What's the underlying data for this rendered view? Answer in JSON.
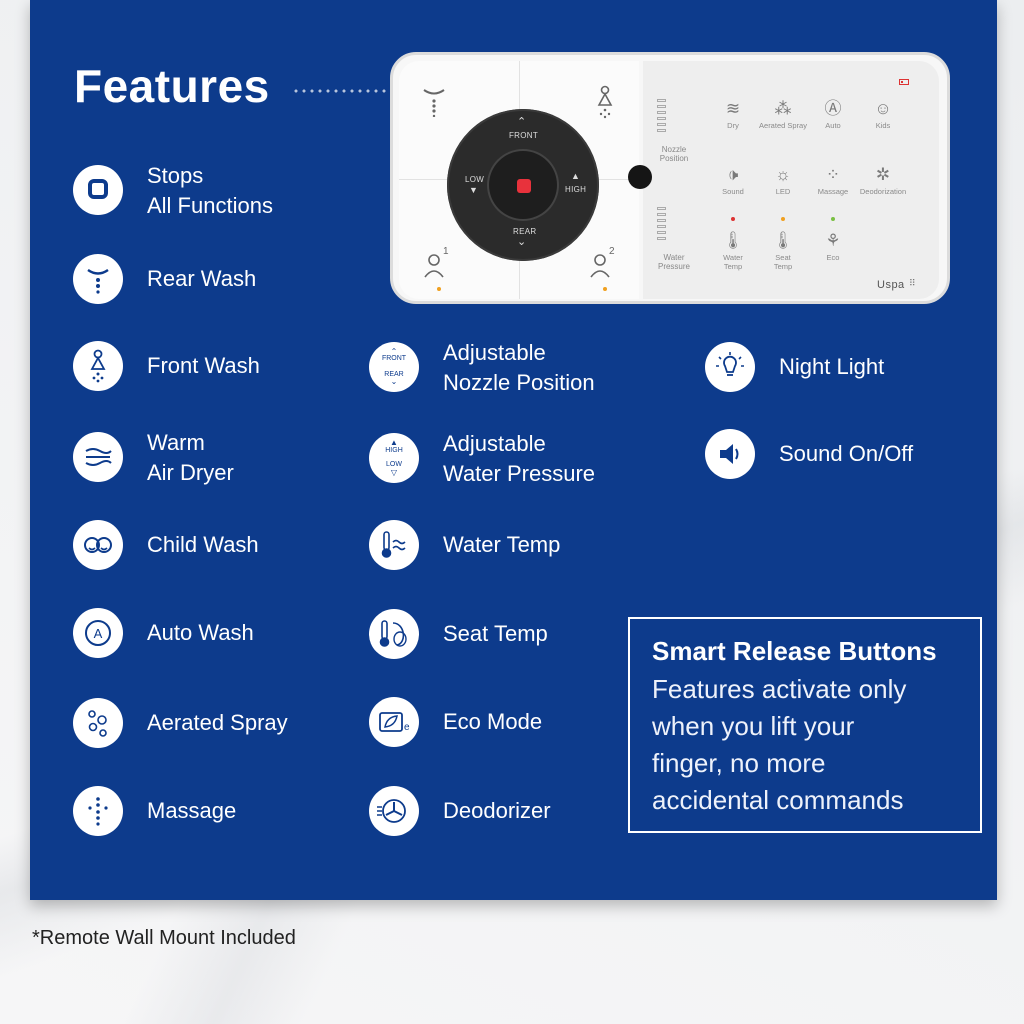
{
  "heading": "Features",
  "footnote": "*Remote Wall Mount Included",
  "colors": {
    "panel": "#0d3b8c",
    "stop_button": "#e8323c",
    "text": "#ffffff"
  },
  "remote": {
    "dial": {
      "front": "FRONT",
      "rear": "REAR",
      "low": "LOW",
      "high": "HIGH"
    },
    "labels": {
      "nozzle_position": [
        "Nozzle",
        "Position"
      ],
      "water_pressure": [
        "Water",
        "Pressure"
      ],
      "dry": "Dry",
      "aerated_spray": "Aerated Spray",
      "auto": "Auto",
      "kids": "Kids",
      "sound": "Sound",
      "led": "LED",
      "massage": "Massage",
      "deodorization": "Deodorization",
      "water_temp": [
        "Water",
        "Temp"
      ],
      "seat_temp": [
        "Seat",
        "Temp"
      ],
      "eco": "Eco"
    },
    "user1": "1",
    "user2": "2",
    "brand": "Uspa"
  },
  "features": {
    "stops": {
      "icon": "stop-square-icon",
      "lines": [
        "Stops",
        "All Functions"
      ]
    },
    "rear_wash": {
      "icon": "rear-wash-icon",
      "lines": [
        "Rear Wash"
      ]
    },
    "front_wash": {
      "icon": "front-wash-icon",
      "lines": [
        "Front Wash"
      ]
    },
    "warm_air_dryer": {
      "icon": "air-dryer-icon",
      "lines": [
        "Warm",
        "Air Dryer"
      ]
    },
    "child_wash": {
      "icon": "child-wash-icon",
      "lines": [
        "Child Wash"
      ]
    },
    "auto_wash": {
      "icon": "auto-wash-icon",
      "lines": [
        "Auto Wash"
      ]
    },
    "aerated_spray": {
      "icon": "aerated-spray-icon",
      "lines": [
        "Aerated Spray"
      ]
    },
    "massage": {
      "icon": "massage-icon",
      "lines": [
        "Massage"
      ]
    },
    "nozzle_position": {
      "icon": "nozzle-position-icon",
      "top": "FRONT",
      "bottom": "REAR",
      "lines": [
        "Adjustable",
        "Nozzle Position"
      ]
    },
    "water_pressure": {
      "icon": "water-pressure-icon",
      "top": "HIGH",
      "bottom": "LOW",
      "lines": [
        "Adjustable",
        "Water Pressure"
      ]
    },
    "water_temp": {
      "icon": "water-temp-icon",
      "lines": [
        "Water Temp"
      ]
    },
    "seat_temp": {
      "icon": "seat-temp-icon",
      "lines": [
        "Seat Temp"
      ]
    },
    "eco_mode": {
      "icon": "eco-mode-icon",
      "lines": [
        "Eco Mode"
      ]
    },
    "deodorizer": {
      "icon": "deodorizer-icon",
      "lines": [
        "Deodorizer"
      ]
    },
    "night_light": {
      "icon": "night-light-icon",
      "lines": [
        "Night Light"
      ]
    },
    "sound": {
      "icon": "speaker-icon",
      "lines": [
        "Sound On/Off"
      ]
    }
  },
  "smart_release": {
    "title": "Smart Release Buttons",
    "lines": [
      "Features activate only",
      "when you lift your",
      "finger, no more",
      "accidental commands"
    ]
  }
}
